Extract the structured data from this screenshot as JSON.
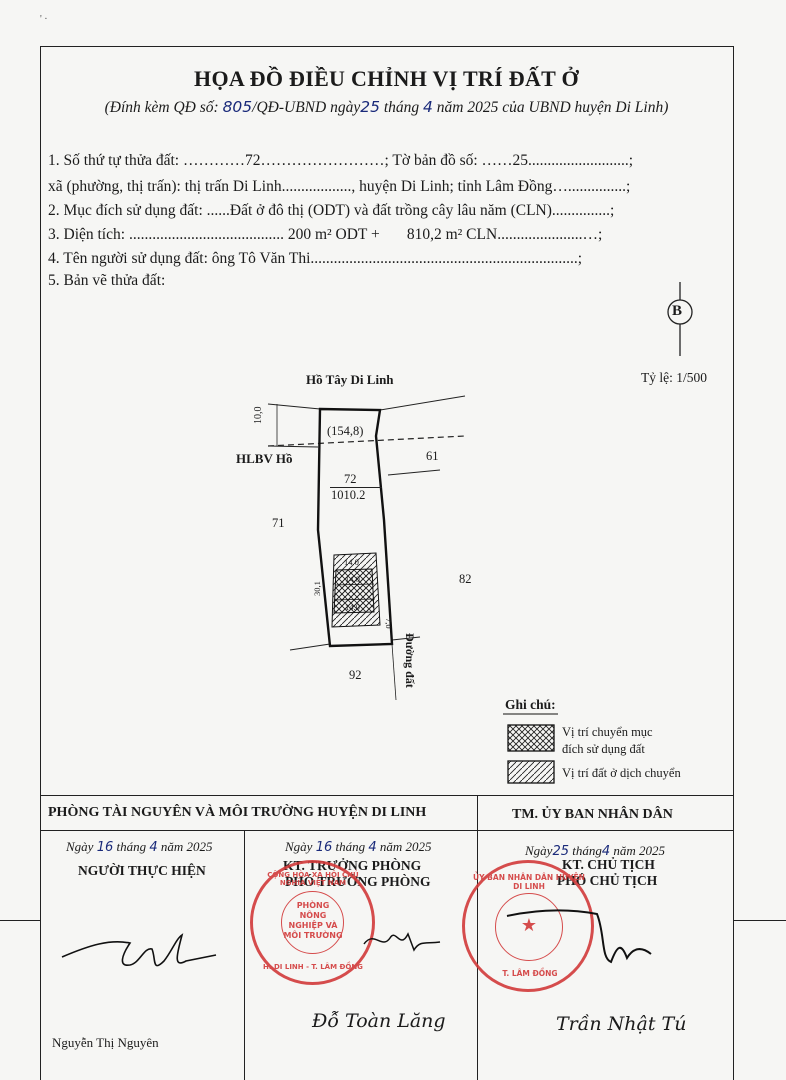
{
  "header": {
    "title": "HỌA ĐỒ ĐIỀU CHỈNH VỊ TRÍ ĐẤT Ở",
    "sub_prefix": "(Đính kèm QĐ số:",
    "decision_no": "805",
    "sub_mid1": "/QĐ-UBND ngày",
    "day": "25",
    "sub_mid2": "tháng",
    "month": "4",
    "sub_suffix": "năm 2025 của UBND huyện Di Linh)"
  },
  "info": {
    "l1_label": "1. Số thứ tự thửa đất:",
    "parcel_no": "72",
    "l1_sheet_label": "; Tờ bản đồ số:",
    "sheet_no": "25",
    "l2_label": "xã (phường, thị trấn):",
    "commune": "thị trấn Di Linh",
    "district": ", huyện Di Linh; tỉnh Lâm Đồng",
    "l3_label": "2. Mục đích sử dụng đất:",
    "purpose": "Đất ở đô thị (ODT) và đất trồng cây lâu năm (CLN)",
    "l4_label": "3. Diện tích:",
    "area_odt": "200 m² ODT +",
    "area_cln": "810,2 m² CLN",
    "l5_label": "4. Tên người sử dụng đất:",
    "owner": "ông Tô Văn Thi",
    "l6_label": "5. Bản vẽ thửa đất:"
  },
  "map": {
    "north": "B",
    "scale": "Tỷ lệ: 1/500",
    "lake": "Hồ Tây Di Linh",
    "corridor": "HLBV Hồ",
    "dim_10": "10,0",
    "area_154": "(154,8)",
    "parcel": "72",
    "parcel_area": "1010.2",
    "n61": "61",
    "n71": "71",
    "n82": "82",
    "n92": "92",
    "road": "Đường đất",
    "d14a": "14.0",
    "d14b": "14.0",
    "d14c": "14.0",
    "d301": "30,1",
    "d7": "7,0"
  },
  "legend": {
    "title": "Ghi chú:",
    "item1_l1": "Vị trí chuyển mục",
    "item1_l2": "đích sử dụng đất",
    "item2": "Vị trí đất ở dịch chuyển"
  },
  "signatures": {
    "dept_left": "PHÒNG TÀI NGUYÊN VÀ MÔI TRƯỜNG HUYỆN DI LINH",
    "dept_right": "TM. ỦY BAN  NHÂN DÂN",
    "col1_date_a": "Ngày",
    "col1_day": "16",
    "col1_date_b": "tháng",
    "col1_month": "4",
    "col1_date_c": "năm 2025",
    "col1_role": "NGƯỜI THỰC HIỆN",
    "col1_name": "Nguyễn Thị Nguyên",
    "col2_date_a": "Ngày",
    "col2_day": "16",
    "col2_date_b": "tháng",
    "col2_month": "4",
    "col2_date_c": "năm 2025",
    "col2_role1": "KT. TRƯỞNG PHÒNG",
    "col2_role2": "PHÓ TRƯỞNG PHÒNG",
    "col2_name": "Đỗ Toàn Lăng",
    "col3_date_a": "Ngày",
    "col3_day": "25",
    "col3_date_b": "tháng",
    "col3_month": "4",
    "col3_date_c": "năm 2025",
    "col3_role1": "KT. CHỦ TỊCH",
    "col3_role2": "PHÓ CHỦ TỊCH",
    "col3_name": "Trần Nhật Tú",
    "stamp1_top": "CỘNG HÒA XÃ HỘI CHỦ NGHĨA VIỆT NAM",
    "stamp1_center": "PHÒNG NÔNG NGHIỆP VÀ MÔI TRƯỜNG",
    "stamp1_bottom": "H. DI LINH - T. LÂM ĐỒNG",
    "stamp2_top": "ỦY BAN NHÂN DÂN HUYỆN DI LINH",
    "stamp2_bottom": "T. LÂM ĐỒNG"
  },
  "colors": {
    "ink": "#1b1b1b",
    "handwriting": "#1a2a7a",
    "stamp": "#d23a3a"
  }
}
